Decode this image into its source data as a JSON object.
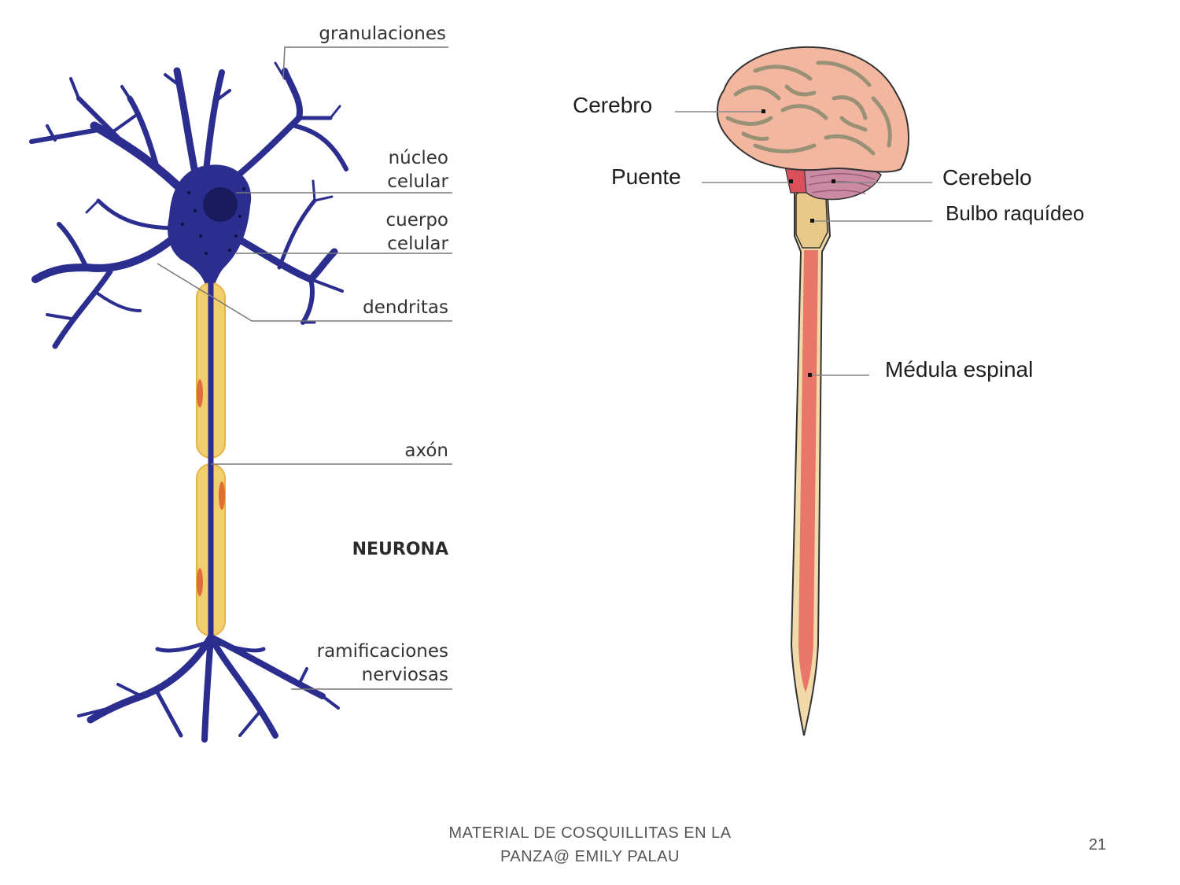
{
  "neuron": {
    "labels": {
      "granulaciones": "granulaciones",
      "nucleo": [
        "núcleo",
        "celular"
      ],
      "cuerpo": [
        "cuerpo",
        "celular"
      ],
      "dendritas": "dendritas",
      "axon": "axón",
      "ramificaciones": [
        "ramificaciones",
        "nerviosas"
      ]
    },
    "title": "NEURONA",
    "colors": {
      "cell": "#2b2d8f",
      "sheath": "#f2cf6e",
      "node": "#d9542c"
    }
  },
  "nervous_system": {
    "labels": {
      "cerebro": "Cerebro",
      "puente": "Puente",
      "cerebelo": "Cerebelo",
      "bulbo": "Bulbo raquídeo",
      "medula": "Médula espinal"
    },
    "colors": {
      "brain": "#f3b7a0",
      "gyri": "#b9b79a",
      "cerebellum": "#c98aa2",
      "cord_outer": "#f2d9a8",
      "cord_inner": "#e8776a"
    }
  },
  "footer": {
    "line1": "MATERIAL DE COSQUILLITAS EN LA",
    "line2": "PANZA@ EMILY PALAU",
    "page": "21"
  }
}
